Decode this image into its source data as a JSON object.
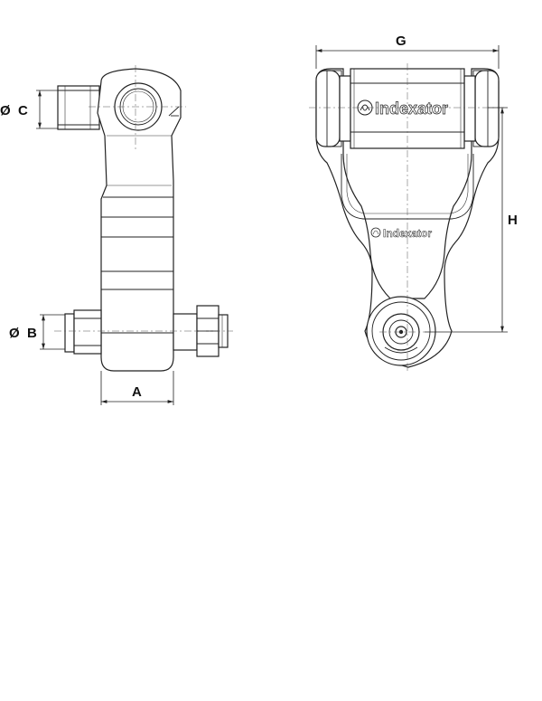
{
  "dimensions": {
    "a": "A",
    "b": "B",
    "c": "C",
    "g": "G",
    "h": "H",
    "diameter_symbol": "Ø"
  },
  "brand": {
    "name": "Indexator"
  }
}
